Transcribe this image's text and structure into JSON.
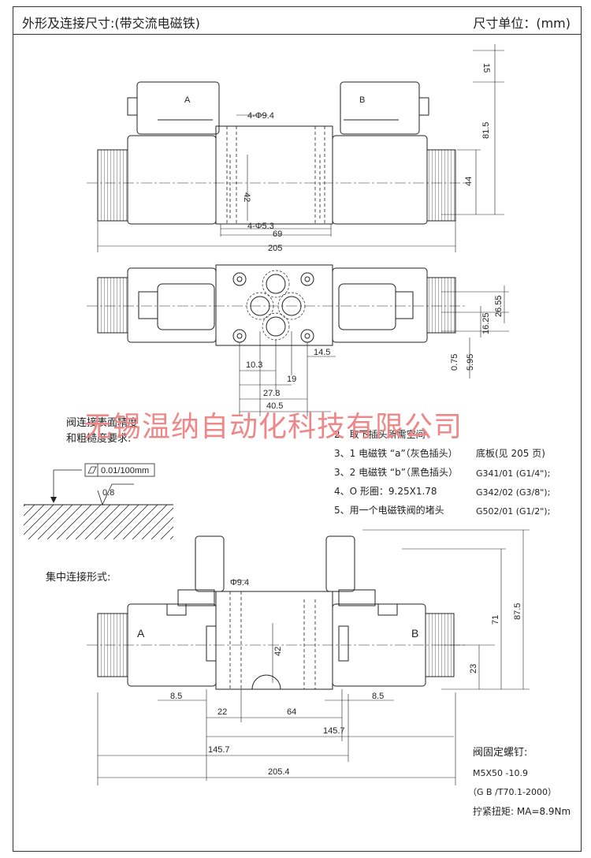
{
  "header": {
    "title": "外形及连接尺寸:(带交流电磁铁)",
    "unit": "尺寸单位：(mm)"
  },
  "watermark": "无锡温纳自动化科技有限公司",
  "top_view": {
    "label_a": "A",
    "label_b": "B",
    "dims": {
      "d15": "15",
      "d81_5": "81.5",
      "d44": "44",
      "d42": "42",
      "d4phi9_4": "4-Φ9.4",
      "d4phi5_3": "4-Φ5.3",
      "d69": "69",
      "d205": "205"
    }
  },
  "plan_view": {
    "dims": {
      "d26_55": "26.55",
      "d16_25": "16.25",
      "d0_75": "0.75",
      "d5_95": "5.95",
      "d10_3": "10.3",
      "d14_5": "14.5",
      "d19": "19",
      "d27_8": "27.8",
      "d40_5": "40.5"
    }
  },
  "surface": {
    "line1": "阀连接表面精度",
    "line2": "和粗糙度要求:",
    "flatness": "0.01/100mm",
    "roughness": "0.8"
  },
  "notes": [
    "2、取下插头所需空间",
    "3、1 电磁铁 “a”（灰色插头）",
    "3、2 电磁铁 “b”（黑色插头）",
    "4、O 形圈：9.25X1.78",
    "5、用一个电磁铁阀的堵头"
  ],
  "subplate": {
    "title": "底板(见 205 页)",
    "items": [
      "G341/01 (G1/4\");",
      "G342/02 (G3/8\");",
      "G502/01 (G1/2\");"
    ]
  },
  "bottom_view": {
    "section_label": "集中连接形式:",
    "label_a": "A",
    "label_b": "B",
    "dims": {
      "phi9_4": "Φ9.4",
      "d42": "42",
      "d87_5": "87.5",
      "d71": "71",
      "d23": "23",
      "d8_5_left": "8.5",
      "d8_5_right": "8.5",
      "d22": "22",
      "d64": "64",
      "d145_7_a": "145.7",
      "d145_7_b": "145.7",
      "d205_4": "205.4"
    }
  },
  "screw": {
    "title": "阀固定螺钉:",
    "spec": "M5X50 -10.9",
    "std": "（G B /T70.1-2000）",
    "torque": "拧紧扭矩: MA=8.9Nm"
  }
}
